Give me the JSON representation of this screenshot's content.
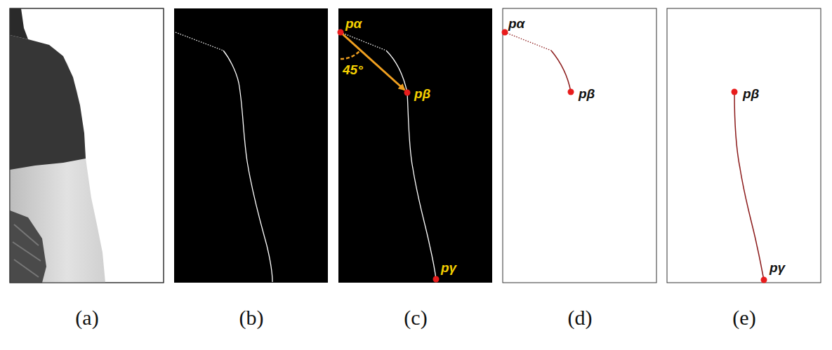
{
  "diagram": {
    "labels": [
      "pα",
      "45°",
      "pβ",
      "pγ",
      "pα",
      "pβ",
      "pβ",
      "pγ",
      "(a)",
      "(b)",
      "(c)",
      "(d)",
      "(e)"
    ]
  }
}
